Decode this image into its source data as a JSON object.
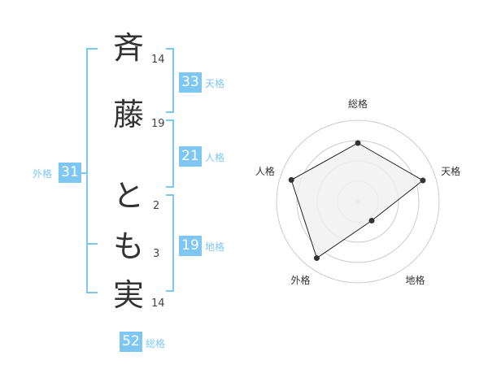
{
  "name": {
    "characters": [
      {
        "char": "斉",
        "strokes": "14"
      },
      {
        "char": "藤",
        "strokes": "19"
      },
      {
        "char": "と",
        "strokes": "2"
      },
      {
        "char": "も",
        "strokes": "3"
      },
      {
        "char": "実",
        "strokes": "14"
      }
    ]
  },
  "kaku": {
    "tenkaku": {
      "value": "33",
      "label": "天格"
    },
    "jinkaku": {
      "value": "21",
      "label": "人格"
    },
    "chikaku": {
      "value": "19",
      "label": "地格"
    },
    "gaikaku": {
      "value": "31",
      "label": "外格"
    },
    "soukaku": {
      "value": "52",
      "label": "総格"
    }
  },
  "colors": {
    "accent": "#7fc7f3",
    "bracket": "#7fc7f3",
    "grid": "#cccccc",
    "fill": "#f0f0f0"
  },
  "chart_data": {
    "type": "radar",
    "axes": [
      "総格",
      "天格",
      "地格",
      "外格",
      "人格"
    ],
    "values": [
      0.72,
      0.84,
      0.29,
      0.86,
      0.86
    ],
    "max": 1,
    "rings": 4
  }
}
